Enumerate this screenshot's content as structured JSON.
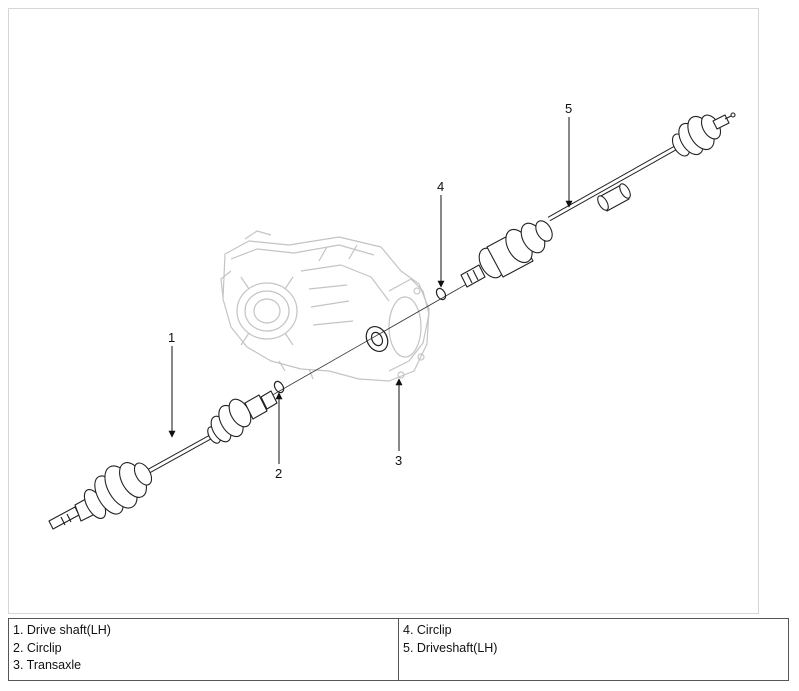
{
  "callouts": [
    "1",
    "2",
    "3",
    "4",
    "5"
  ],
  "legend": {
    "left": [
      "1. Drive shaft(LH)",
      "2. Circlip",
      "3. Transaxle"
    ],
    "right": [
      "4. Circlip",
      "5. Driveshaft(LH)"
    ]
  }
}
